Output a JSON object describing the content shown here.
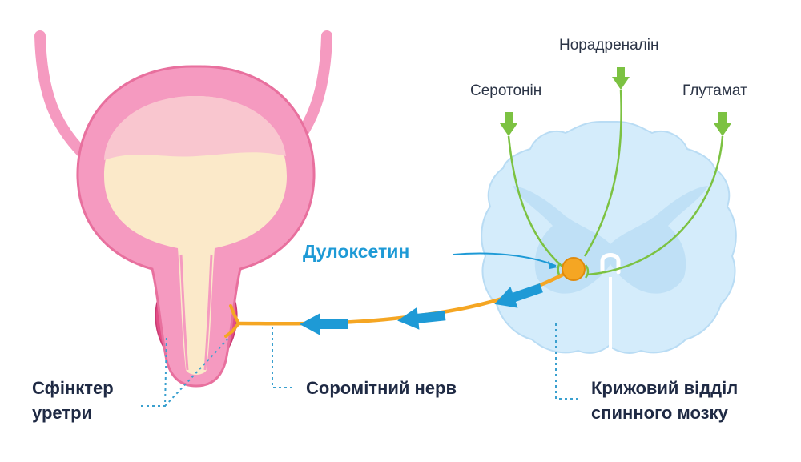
{
  "labels": {
    "noradrenaline": "Норадреналін",
    "serotonin": "Серотонін",
    "glutamate": "Глутамат",
    "drug": "Дулоксетин",
    "sphincter_line1": "Сфінктер",
    "sphincter_line2": "уретри",
    "nerve": "Соромітний нерв",
    "spinal_line1": "Крижовий відділ",
    "spinal_line2": "спинного мозку"
  },
  "colors": {
    "bladder_wall": "#f59ac0",
    "bladder_outline": "#e8709e",
    "urine": "#fbe9c9",
    "spinal_white": "#d4ecfb",
    "spinal_gray": "#bfe0f6",
    "neuron": "#f5a623",
    "arrow_blue": "#1e9ad6",
    "neurotransmitter": "#7cc242",
    "text": "#1f2a44"
  }
}
